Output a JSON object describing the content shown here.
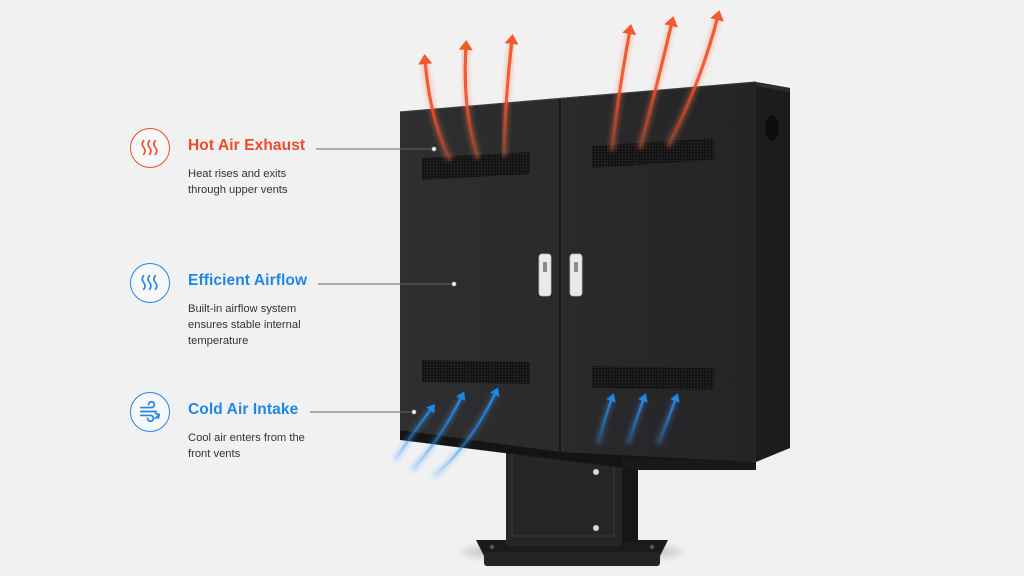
{
  "colors": {
    "hot": "#ef4b25",
    "cool": "#1e88e5",
    "cabinet": "#2a2a2c",
    "cabinet_side": "#1a1a1b",
    "vent": "#121212",
    "background": "#f1f1f2"
  },
  "callouts": [
    {
      "id": "hot",
      "icon": "heat-waves-icon",
      "title": "Hot Air Exhaust",
      "description": "Heat rises and exits through upper vents"
    },
    {
      "id": "airflow",
      "icon": "airflow-waves-icon",
      "title": "Efficient Airflow",
      "description": "Built-in airflow system ensures stable internal temperature"
    },
    {
      "id": "cold",
      "icon": "cold-intake-icon",
      "title": "Cold Air Intake",
      "description": "Cool air enters from the front vents"
    }
  ]
}
